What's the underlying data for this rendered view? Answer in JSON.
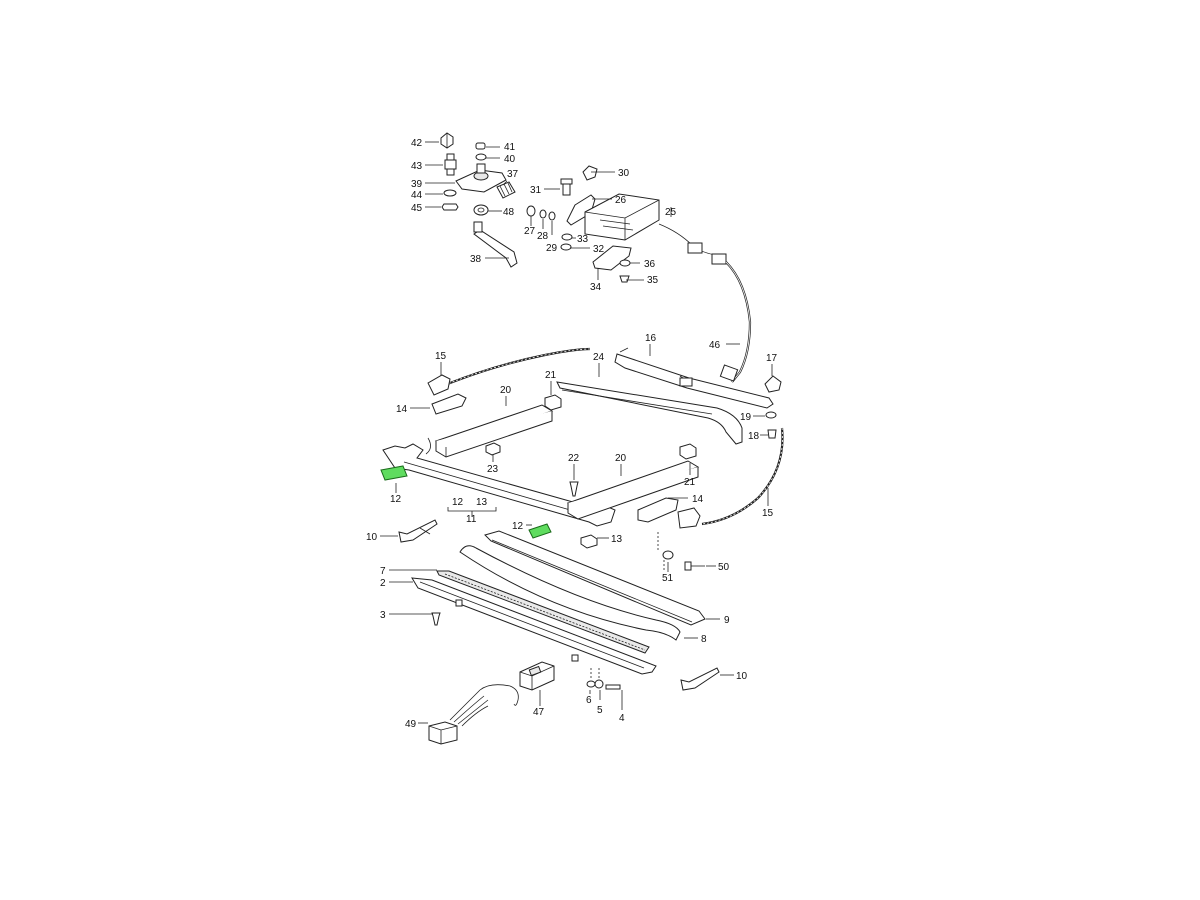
{
  "diagram": {
    "callouts": [
      {
        "id": "c42",
        "text": "42",
        "part": "42"
      },
      {
        "id": "c41",
        "text": "41",
        "part": "41"
      },
      {
        "id": "c40",
        "text": "40",
        "part": "40"
      },
      {
        "id": "c43",
        "text": "43",
        "part": "43"
      },
      {
        "id": "c37",
        "text": "37",
        "part": "37"
      },
      {
        "id": "c39",
        "text": "39",
        "part": "39"
      },
      {
        "id": "c44",
        "text": "44",
        "part": "44"
      },
      {
        "id": "c45",
        "text": "45",
        "part": "45"
      },
      {
        "id": "c48",
        "text": "48",
        "part": "48"
      },
      {
        "id": "c30",
        "text": "30",
        "part": "30"
      },
      {
        "id": "c31",
        "text": "31",
        "part": "31"
      },
      {
        "id": "c26",
        "text": "26",
        "part": "26"
      },
      {
        "id": "c25",
        "text": "25",
        "part": "25"
      },
      {
        "id": "c27",
        "text": "27",
        "part": "27"
      },
      {
        "id": "c28",
        "text": "28",
        "part": "28"
      },
      {
        "id": "c29",
        "text": "29",
        "part": "29"
      },
      {
        "id": "c33",
        "text": "33",
        "part": "33"
      },
      {
        "id": "c32",
        "text": "32",
        "part": "32"
      },
      {
        "id": "c38",
        "text": "38",
        "part": "38"
      },
      {
        "id": "c36",
        "text": "36",
        "part": "36"
      },
      {
        "id": "c34",
        "text": "34",
        "part": "34"
      },
      {
        "id": "c35",
        "text": "35",
        "part": "35"
      },
      {
        "id": "c46",
        "text": "46",
        "part": "46"
      },
      {
        "id": "c16",
        "text": "16",
        "part": "16"
      },
      {
        "id": "c15a",
        "text": "15",
        "part": "15"
      },
      {
        "id": "c24",
        "text": "24",
        "part": "24"
      },
      {
        "id": "c17",
        "text": "17",
        "part": "17"
      },
      {
        "id": "c20a",
        "text": "20",
        "part": "20"
      },
      {
        "id": "c21a",
        "text": "21",
        "part": "21"
      },
      {
        "id": "c14a",
        "text": "14",
        "part": "14"
      },
      {
        "id": "c19",
        "text": "19",
        "part": "19"
      },
      {
        "id": "c18",
        "text": "18",
        "part": "18"
      },
      {
        "id": "c22",
        "text": "22",
        "part": "22"
      },
      {
        "id": "c20b",
        "text": "20",
        "part": "20"
      },
      {
        "id": "c23",
        "text": "23",
        "part": "23"
      },
      {
        "id": "c21b",
        "text": "21",
        "part": "21"
      },
      {
        "id": "c12a",
        "text": "12",
        "part": "12"
      },
      {
        "id": "c12b",
        "text": "12",
        "part": "12"
      },
      {
        "id": "c13a",
        "text": "13",
        "part": "13"
      },
      {
        "id": "c11",
        "text": "11",
        "part": "11"
      },
      {
        "id": "c14b",
        "text": "14",
        "part": "14"
      },
      {
        "id": "c15b",
        "text": "15",
        "part": "15"
      },
      {
        "id": "c12c",
        "text": "12",
        "part": "12"
      },
      {
        "id": "c13b",
        "text": "13",
        "part": "13"
      },
      {
        "id": "c10a",
        "text": "10",
        "part": "10"
      },
      {
        "id": "c51",
        "text": "51",
        "part": "51"
      },
      {
        "id": "c50",
        "text": "50",
        "part": "50"
      },
      {
        "id": "c7",
        "text": "7",
        "part": "7"
      },
      {
        "id": "c2",
        "text": "2",
        "part": "2"
      },
      {
        "id": "c9",
        "text": "9",
        "part": "9"
      },
      {
        "id": "c3",
        "text": "3",
        "part": "3"
      },
      {
        "id": "c8",
        "text": "8",
        "part": "8"
      },
      {
        "id": "c10b",
        "text": "10",
        "part": "10"
      },
      {
        "id": "c6",
        "text": "6",
        "part": "6"
      },
      {
        "id": "c5",
        "text": "5",
        "part": "5"
      },
      {
        "id": "c4",
        "text": "4",
        "part": "4"
      },
      {
        "id": "c47",
        "text": "47",
        "part": "47"
      },
      {
        "id": "c49",
        "text": "49",
        "part": "49"
      }
    ],
    "highlighted_parts": [
      "12"
    ],
    "colors": {
      "highlight": "#5fdc5f",
      "line": "#222222",
      "background": "#ffffff"
    }
  }
}
